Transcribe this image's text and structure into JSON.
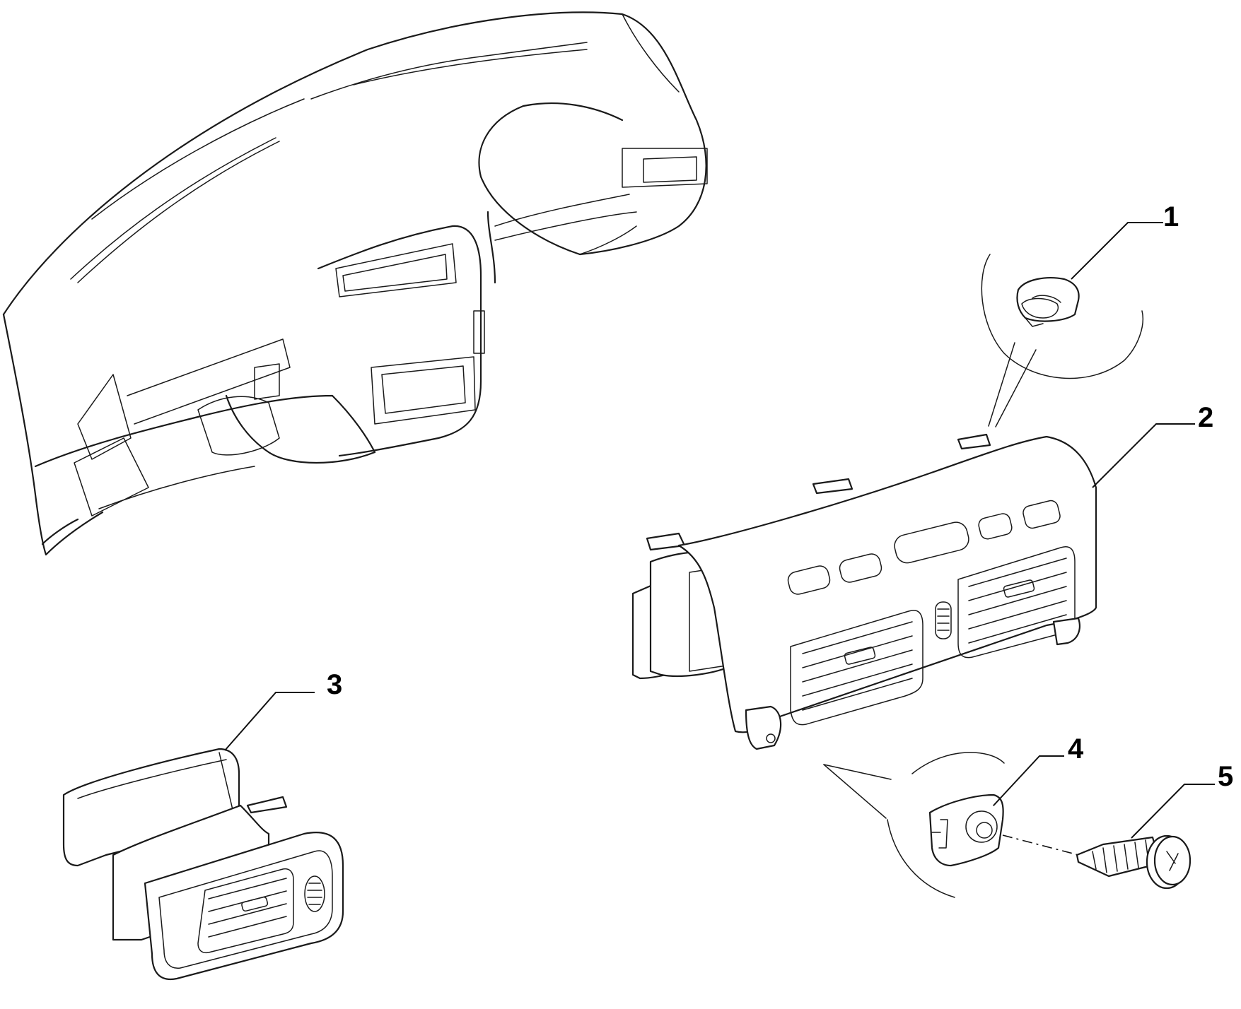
{
  "callouts": [
    {
      "label": "1",
      "part": "clip"
    },
    {
      "label": "2",
      "part": "central-vent-panel"
    },
    {
      "label": "3",
      "part": "side-air-vent"
    },
    {
      "label": "4",
      "part": "bracket"
    },
    {
      "label": "5",
      "part": "screw"
    }
  ]
}
